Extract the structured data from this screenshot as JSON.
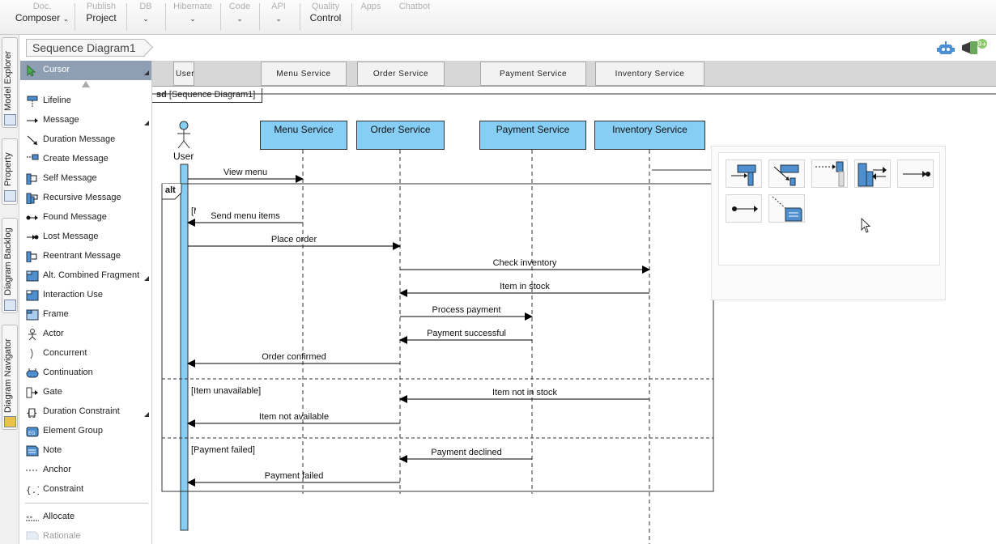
{
  "ribbon": {
    "groups": [
      {
        "line1": "Doc.",
        "line2": "Composer",
        "chevron": true
      },
      {
        "line1": "Publish",
        "line2": "Project",
        "chevron": false
      },
      {
        "line1": "DB",
        "line2": "",
        "chevron": true
      },
      {
        "line1": "Hibernate",
        "line2": "",
        "chevron": true
      },
      {
        "line1": "Code",
        "line2": "",
        "chevron": true
      },
      {
        "line1": "API",
        "line2": "",
        "chevron": true
      },
      {
        "line1": "Quality",
        "line2": "Control",
        "chevron": false
      },
      {
        "line1": "Apps",
        "line2": "",
        "chevron": false
      },
      {
        "line1": "Chatbot",
        "line2": "",
        "chevron": false
      }
    ]
  },
  "side_tabs": [
    "Model Explorer",
    "Property",
    "Diagram Backlog",
    "Diagram Navigator"
  ],
  "breadcrumb": "Sequence Diagram1",
  "palette": {
    "items": [
      {
        "label": "Cursor",
        "icon": "cursor-icon",
        "more": true,
        "selected": true
      },
      {
        "label": "Lifeline",
        "icon": "lifeline-icon",
        "more": false
      },
      {
        "label": "Message",
        "icon": "message-icon",
        "more": true
      },
      {
        "label": "Duration Message",
        "icon": "duration-message-icon",
        "more": false
      },
      {
        "label": "Create Message",
        "icon": "create-message-icon",
        "more": false
      },
      {
        "label": "Self Message",
        "icon": "self-message-icon",
        "more": false
      },
      {
        "label": "Recursive Message",
        "icon": "recursive-message-icon",
        "more": false
      },
      {
        "label": "Found Message",
        "icon": "found-message-icon",
        "more": false
      },
      {
        "label": "Lost Message",
        "icon": "lost-message-icon",
        "more": false
      },
      {
        "label": "Reentrant Message",
        "icon": "reentrant-message-icon",
        "more": false
      },
      {
        "label": "Alt. Combined Fragment",
        "icon": "combined-fragment-icon",
        "more": true
      },
      {
        "label": "Interaction Use",
        "icon": "interaction-use-icon",
        "more": false
      },
      {
        "label": "Frame",
        "icon": "frame-icon",
        "more": false
      },
      {
        "label": "Actor",
        "icon": "actor-icon",
        "more": false
      },
      {
        "label": "Concurrent",
        "icon": "concurrent-icon",
        "more": false
      },
      {
        "label": "Continuation",
        "icon": "continuation-icon",
        "more": false
      },
      {
        "label": "Gate",
        "icon": "gate-icon",
        "more": false
      },
      {
        "label": "Duration Constraint",
        "icon": "duration-constraint-icon",
        "more": true
      },
      {
        "label": "Element Group",
        "icon": "element-group-icon",
        "more": false
      },
      {
        "label": "Note",
        "icon": "note-icon",
        "more": false
      },
      {
        "label": "Anchor",
        "icon": "anchor-icon",
        "more": false
      },
      {
        "label": "Constraint",
        "icon": "constraint-icon",
        "more": false
      },
      {
        "label": "Allocate",
        "icon": "allocate-icon",
        "more": false
      },
      {
        "label": "Rationale",
        "icon": "rationale-icon",
        "more": false
      }
    ]
  },
  "lifeline_headers": [
    "User",
    "Menu Service",
    "Order Service",
    "Payment Service",
    "Inventory Service"
  ],
  "diagram": {
    "frame_label_bold": "sd",
    "frame_label": "[Sequence Diagram1]",
    "actor": "User",
    "lifelines": [
      "Menu Service",
      "Order Service",
      "Payment Service",
      "Inventory Service"
    ],
    "fragment": "alt",
    "guard_top": "[M",
    "guards": [
      "[Item unavailable]",
      "[Payment failed]"
    ],
    "messages": [
      "View menu",
      "Send menu items",
      "Place order",
      "Check inventory",
      "Item in stock",
      "Process payment",
      "Payment successful",
      "Order confirmed",
      "Item not in stock",
      "Item not available",
      "Payment declined",
      "Payment failed"
    ]
  },
  "popup": {
    "buttons": [
      "self-message-icon",
      "create-message-icon",
      "found-message-icon",
      "recursive-message-icon",
      "lost-message-icon",
      "message-icon",
      "anchor-note-icon"
    ]
  },
  "colors": {
    "lifeline_fill": "#87cef5",
    "palette_selected": "#8f9fb3"
  }
}
